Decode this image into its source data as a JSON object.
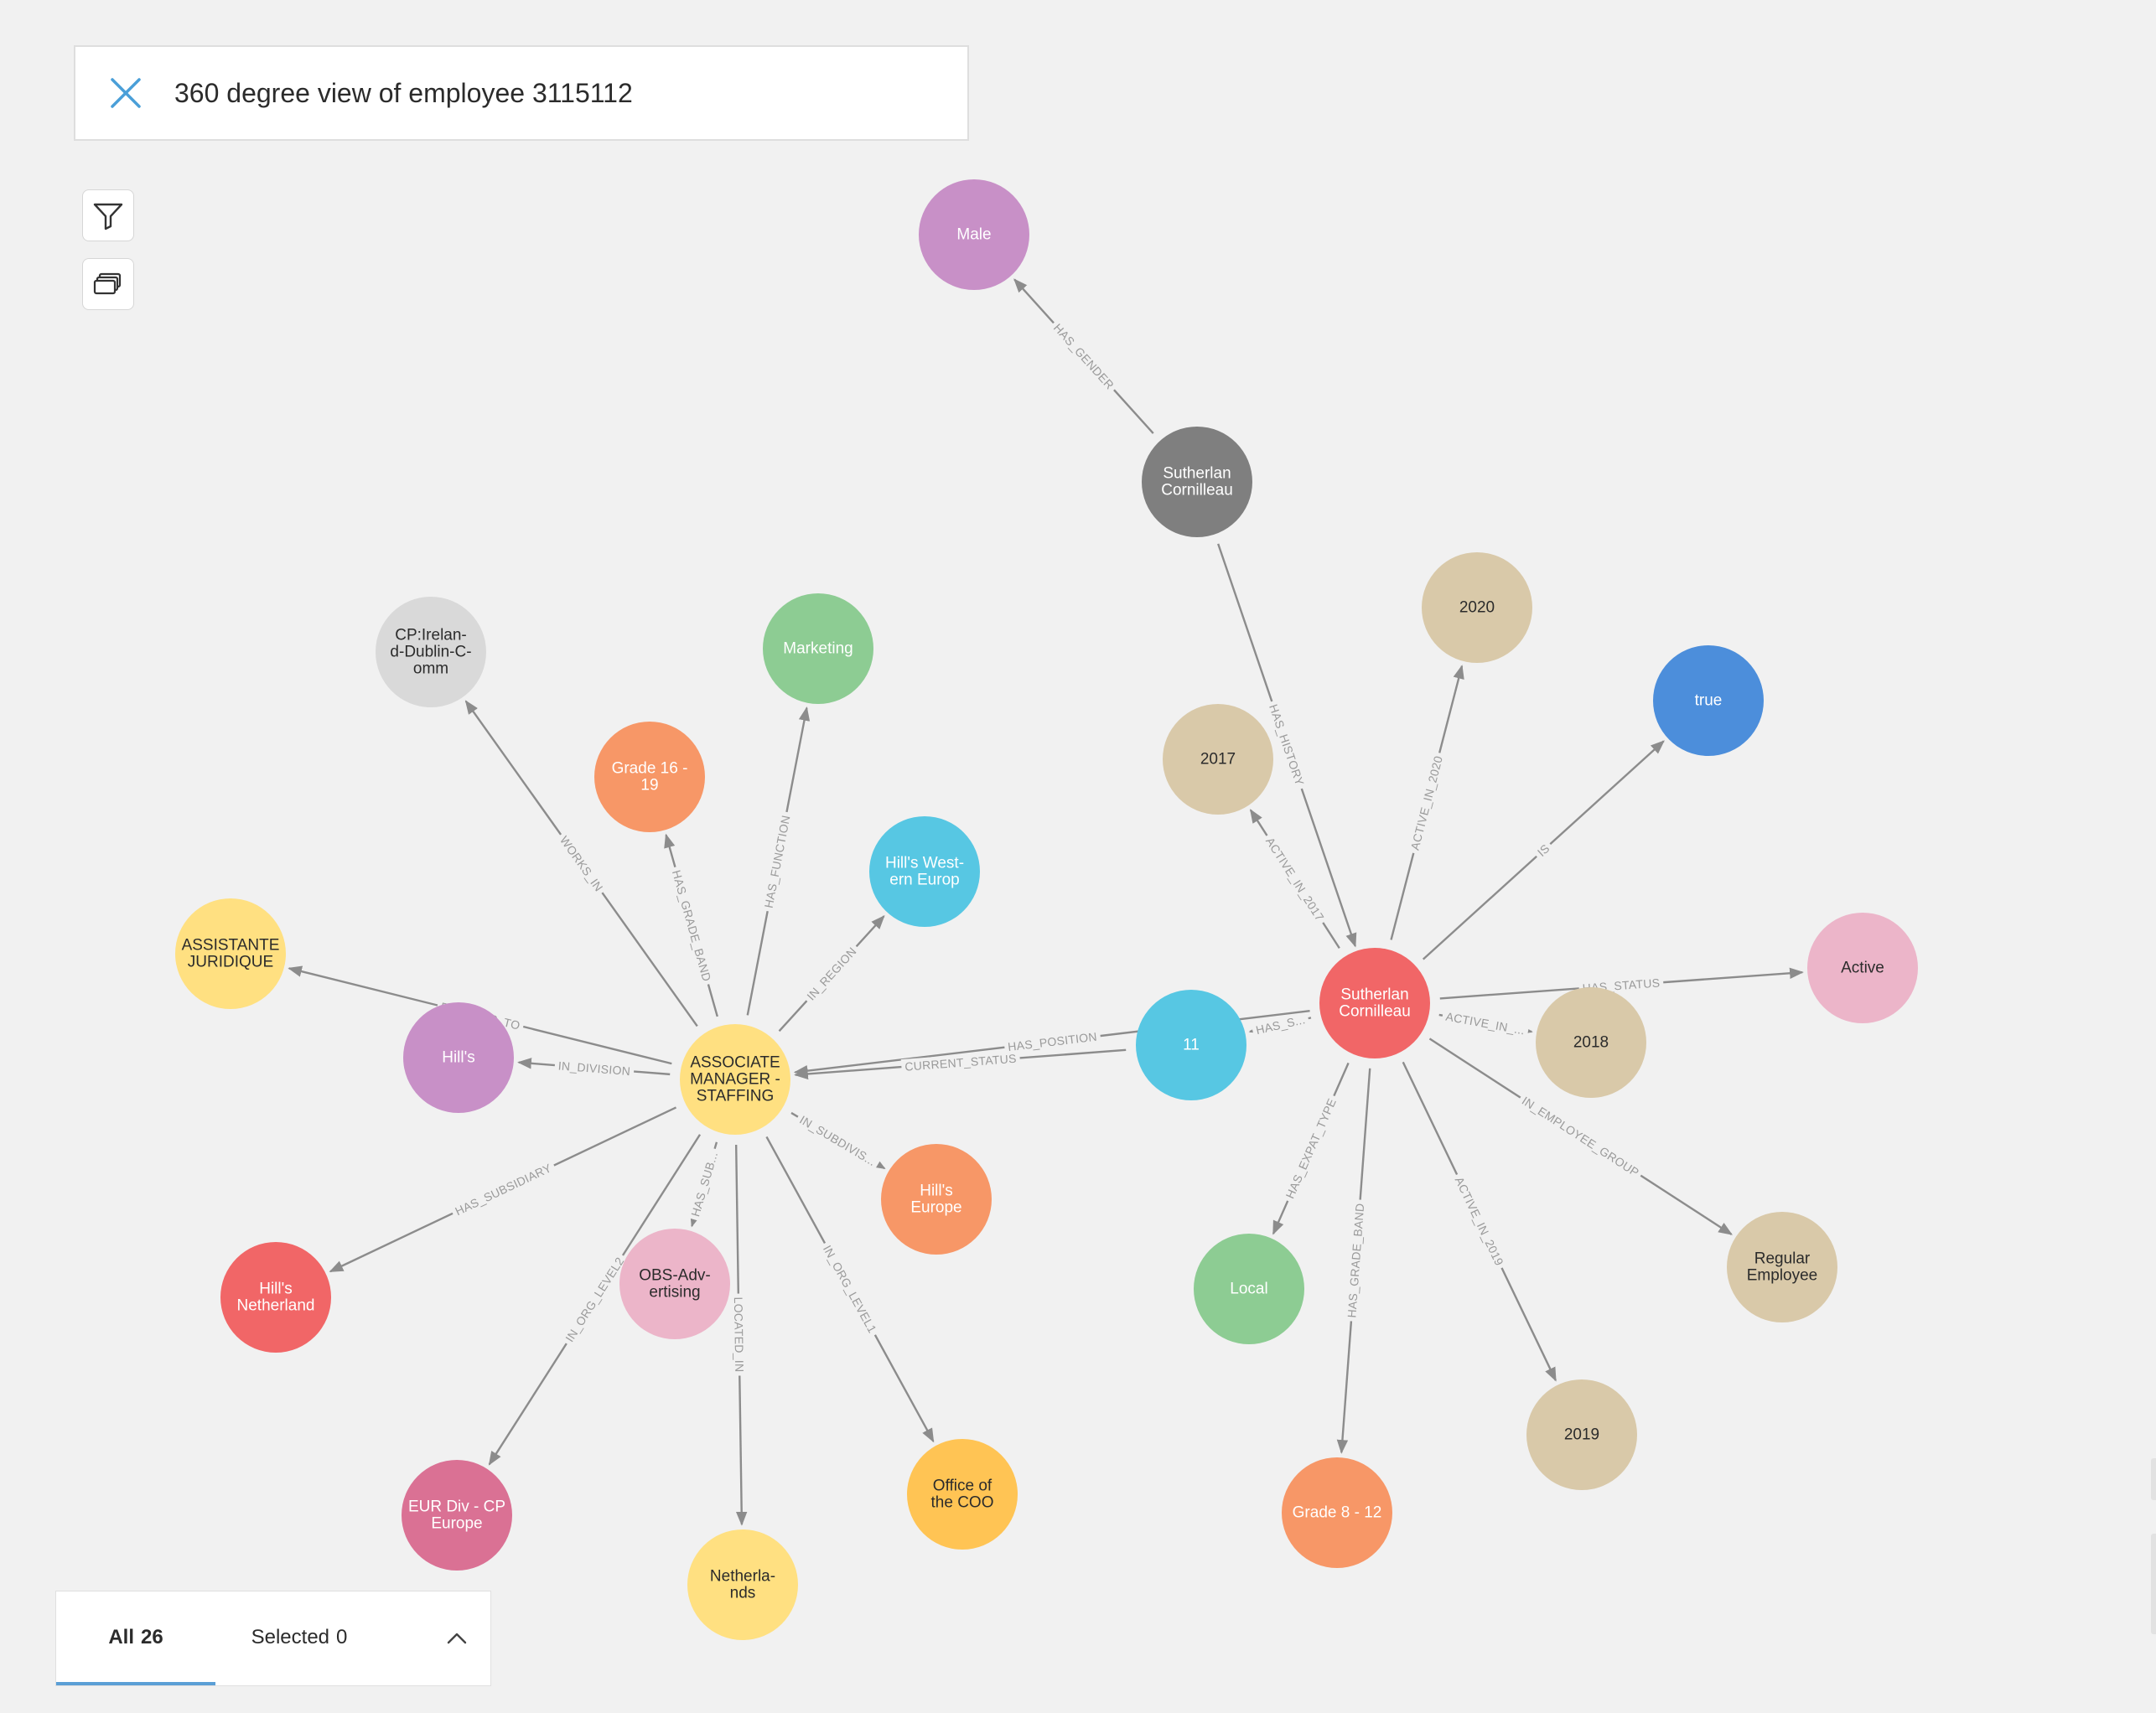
{
  "header": {
    "title": "360 degree view of employee 3115112",
    "close_icon": "close-icon"
  },
  "toolbar": {
    "filter_icon": "filter-icon",
    "layers_icon": "layers-icon"
  },
  "panel": {
    "all_label": "All",
    "all_count": "26",
    "selected_label": "Selected",
    "selected_count": "0",
    "toggle_icon": "chevron-up-icon",
    "accent": "#5b9fd6"
  },
  "graph": {
    "nodes": [
      {
        "id": "male",
        "lines": [
          "Male"
        ],
        "fill": "#c890c7",
        "text": "#ffffff"
      },
      {
        "id": "sutherlan_grey",
        "lines": [
          "Sutherlan",
          "Cornilleau"
        ],
        "fill": "#7f7f7f",
        "text": "#ffffff"
      },
      {
        "id": "n2020",
        "lines": [
          "2020"
        ],
        "fill": "#d9c9a9",
        "text": "#2b2b2b"
      },
      {
        "id": "true",
        "lines": [
          "true"
        ],
        "fill": "#4c8edb",
        "text": "#ffffff"
      },
      {
        "id": "n2017",
        "lines": [
          "2017"
        ],
        "fill": "#d9c9a9",
        "text": "#2b2b2b"
      },
      {
        "id": "sutherlan_red",
        "lines": [
          "Sutherlan",
          "Cornilleau"
        ],
        "fill": "#f16667",
        "text": "#ffffff"
      },
      {
        "id": "n11",
        "lines": [
          "11"
        ],
        "fill": "#57c7e3",
        "text": "#ffffff"
      },
      {
        "id": "active",
        "lines": [
          "Active"
        ],
        "fill": "#ecb5c9",
        "text": "#2b2b2b"
      },
      {
        "id": "n2018",
        "lines": [
          "2018"
        ],
        "fill": "#d9c9a9",
        "text": "#2b2b2b"
      },
      {
        "id": "regular",
        "lines": [
          "Regular",
          "Employee"
        ],
        "fill": "#d9c9a9",
        "text": "#2b2b2b"
      },
      {
        "id": "n2019",
        "lines": [
          "2019"
        ],
        "fill": "#d9c9a9",
        "text": "#2b2b2b"
      },
      {
        "id": "grade812",
        "lines": [
          "Grade 8 - 12"
        ],
        "fill": "#f79767",
        "text": "#ffffff"
      },
      {
        "id": "local",
        "lines": [
          "Local"
        ],
        "fill": "#8dcc93",
        "text": "#ffffff"
      },
      {
        "id": "cp_ireland",
        "lines": [
          "CP:Irelan-",
          "d-Dublin-C-",
          "omm"
        ],
        "fill": "#d9d9d9",
        "text": "#2b2b2b"
      },
      {
        "id": "marketing",
        "lines": [
          "Marketing"
        ],
        "fill": "#8dcc93",
        "text": "#ffffff"
      },
      {
        "id": "grade1619",
        "lines": [
          "Grade 16 -",
          "19"
        ],
        "fill": "#f79767",
        "text": "#ffffff"
      },
      {
        "id": "hills_western",
        "lines": [
          "Hill's West-",
          "ern Europ"
        ],
        "fill": "#57c7e3",
        "text": "#ffffff"
      },
      {
        "id": "assistante",
        "lines": [
          "ASSISTANTE",
          "JURIDIQUE"
        ],
        "fill": "#ffe081",
        "text": "#2b2b2b"
      },
      {
        "id": "hills",
        "lines": [
          "Hill's"
        ],
        "fill": "#c890c7",
        "text": "#ffffff"
      },
      {
        "id": "assoc",
        "lines": [
          "ASSOCIATE",
          "MANAGER -",
          "STAFFING"
        ],
        "fill": "#ffe081",
        "text": "#2b2b2b"
      },
      {
        "id": "hills_europe",
        "lines": [
          "Hill's",
          "Europe"
        ],
        "fill": "#f79767",
        "text": "#ffffff"
      },
      {
        "id": "hills_nl",
        "lines": [
          "Hill's",
          "Netherland"
        ],
        "fill": "#f16667",
        "text": "#ffffff"
      },
      {
        "id": "obs",
        "lines": [
          "OBS-Adv-",
          "ertising"
        ],
        "fill": "#ecb5c9",
        "text": "#2b2b2b"
      },
      {
        "id": "eur_div",
        "lines": [
          "EUR Div - CP",
          "Europe"
        ],
        "fill": "#da7194",
        "text": "#ffffff"
      },
      {
        "id": "office_coo",
        "lines": [
          "Office of",
          "the COO"
        ],
        "fill": "#ffc454",
        "text": "#2b2b2b"
      },
      {
        "id": "netherlands",
        "lines": [
          "Netherla-",
          "nds"
        ],
        "fill": "#ffe081",
        "text": "#2b2b2b"
      }
    ],
    "edges": [
      {
        "from": "sutherlan_grey",
        "to": "male",
        "label": "HAS_GENDER"
      },
      {
        "from": "sutherlan_grey",
        "to": "sutherlan_red",
        "label": "HAS_HISTORY"
      },
      {
        "from": "sutherlan_red",
        "to": "n2020",
        "label": "ACTIVE_IN_2020"
      },
      {
        "from": "sutherlan_red",
        "to": "true",
        "label": "IS"
      },
      {
        "from": "sutherlan_red",
        "to": "n2017",
        "label": "ACTIVE_IN_2017"
      },
      {
        "from": "sutherlan_red",
        "to": "active",
        "label": "HAS_STATUS"
      },
      {
        "from": "sutherlan_red",
        "to": "n2018",
        "label": "ACTIVE_IN_..."
      },
      {
        "from": "sutherlan_red",
        "to": "regular",
        "label": "IN_EMPLOYEE_GROUP"
      },
      {
        "from": "sutherlan_red",
        "to": "n2019",
        "label": "ACTIVE_IN_2019"
      },
      {
        "from": "sutherlan_red",
        "to": "grade812",
        "label": "HAS_GRADE_BAND"
      },
      {
        "from": "sutherlan_red",
        "to": "local",
        "label": "HAS_EXPAT_TYPE"
      },
      {
        "from": "sutherlan_red",
        "to": "n11",
        "label": "HAS_S..."
      },
      {
        "from": "sutherlan_red",
        "to": "assoc",
        "label": "HAS_POSITION"
      },
      {
        "from": "n11",
        "to": "assoc",
        "label": "CURRENT_STATUS"
      },
      {
        "from": "assoc",
        "to": "cp_ireland",
        "label": "WORKS_IN"
      },
      {
        "from": "assoc",
        "to": "grade1619",
        "label": "HAS_GRADE_BAND"
      },
      {
        "from": "assoc",
        "to": "marketing",
        "label": "HAS_FUNCTION"
      },
      {
        "from": "assoc",
        "to": "hills_western",
        "label": "IN_REGION"
      },
      {
        "from": "assoc",
        "to": "assistante",
        "label": "REPORTS_TO"
      },
      {
        "from": "assoc",
        "to": "hills",
        "label": "IN_DIVISION"
      },
      {
        "from": "assoc",
        "to": "hills_europe",
        "label": "IN_SUBDIVIS..."
      },
      {
        "from": "assoc",
        "to": "hills_nl",
        "label": "HAS_SUBSIDIARY"
      },
      {
        "from": "assoc",
        "to": "obs",
        "label": "HAS_SUB..."
      },
      {
        "from": "assoc",
        "to": "eur_div",
        "label": "IN_ORG_LEVEL2"
      },
      {
        "from": "assoc",
        "to": "netherlands",
        "label": "LOCATED_IN"
      },
      {
        "from": "assoc",
        "to": "office_coo",
        "label": "IN_ORG_LEVEL1"
      }
    ]
  }
}
